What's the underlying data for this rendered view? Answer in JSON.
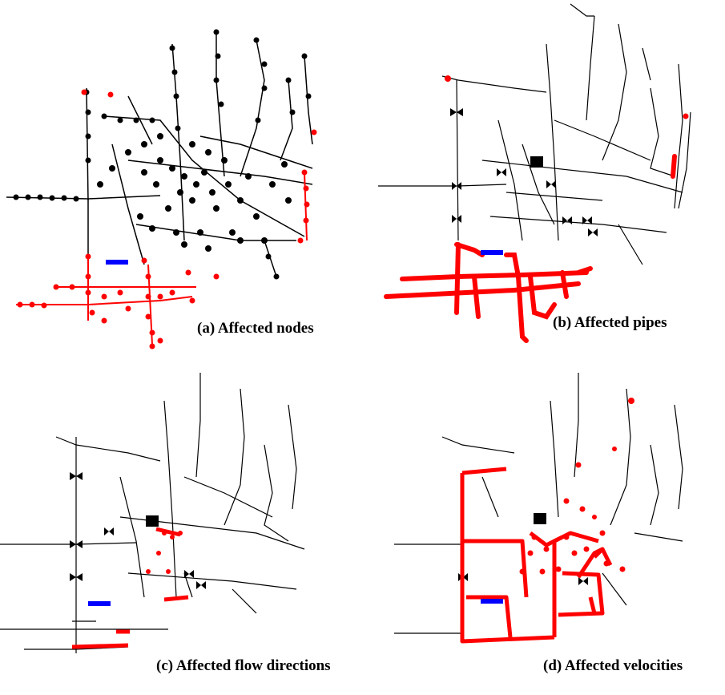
{
  "figure": {
    "colors": {
      "network": "#000000",
      "affected": "#ff0000",
      "closed_segment": "#0000ff",
      "background": "#ffffff"
    },
    "panels": [
      {
        "id": "a",
        "caption": "(a) Affected nodes"
      },
      {
        "id": "b",
        "caption": "(b) Affected pipes"
      },
      {
        "id": "c",
        "caption": "(c) Affected flow directions"
      },
      {
        "id": "d",
        "caption": "(d) Affected velocities"
      }
    ]
  }
}
